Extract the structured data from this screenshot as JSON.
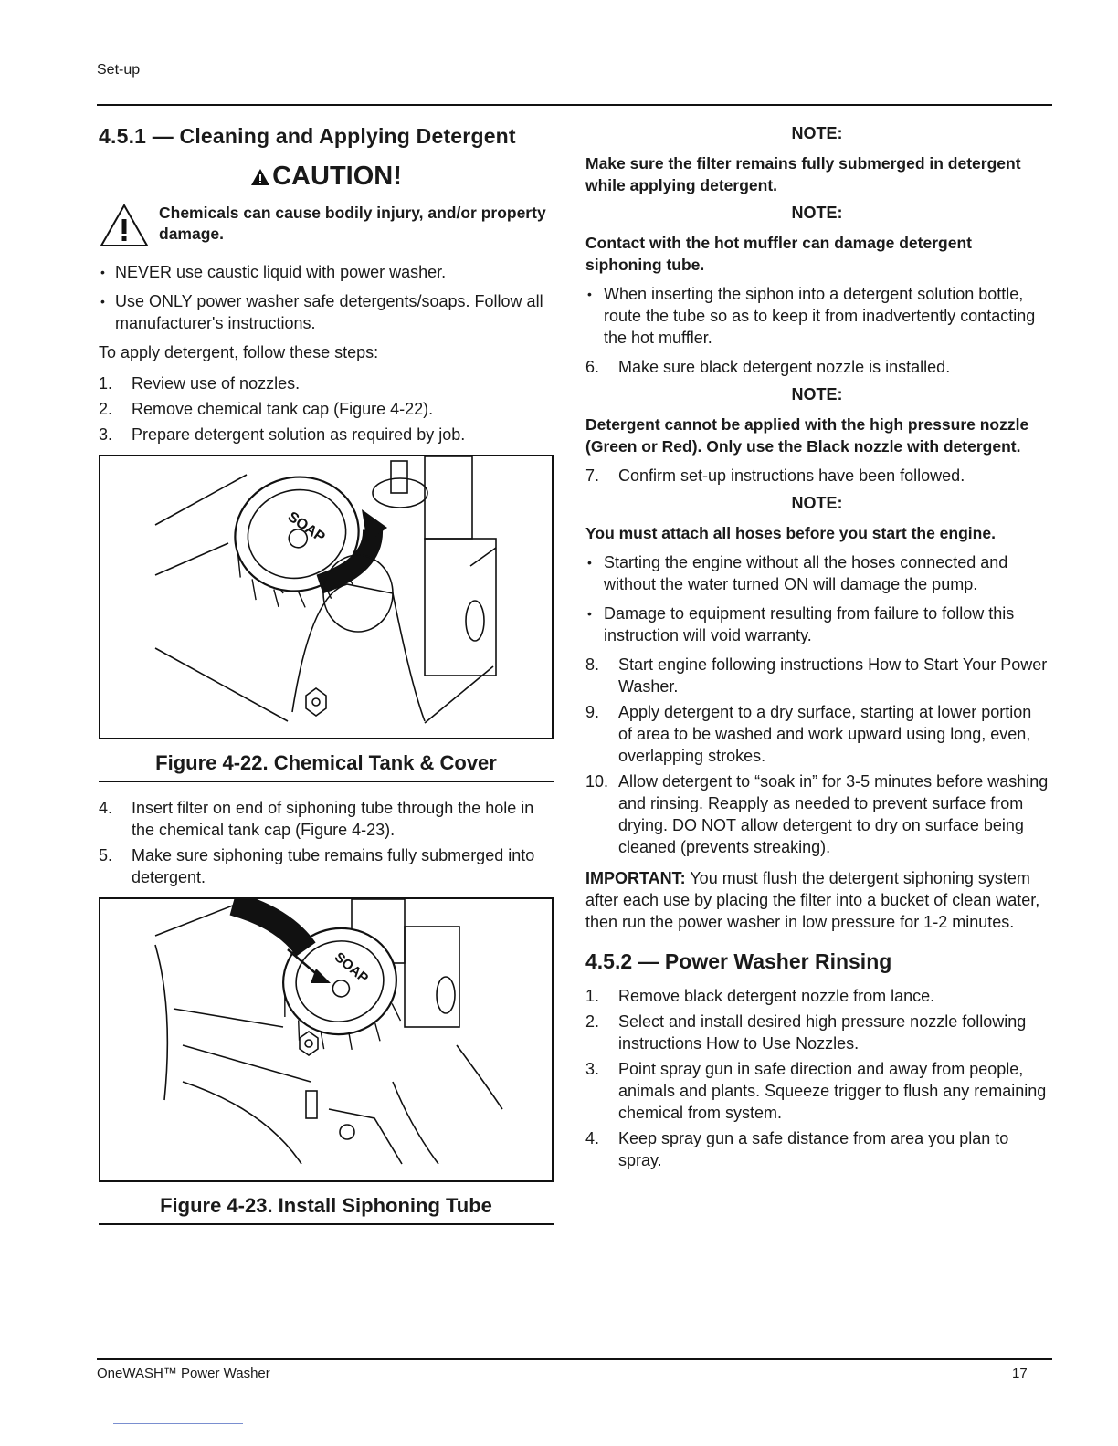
{
  "header": {
    "section": "Set-up"
  },
  "footer": {
    "product": "OneWASH™ Power Washer",
    "page_number": "17"
  },
  "left": {
    "heading": "4.5.1 — Cleaning and Applying Detergent",
    "caution": {
      "title": "CAUTION!",
      "text": "Chemicals can cause bodily injury, and/or property damage."
    },
    "bullets": [
      "NEVER use caustic liquid with power washer.",
      "Use ONLY power washer safe detergents/soaps. Follow all manufacturer's instructions."
    ],
    "intro": "To apply detergent, follow these steps:",
    "steps_a": [
      {
        "num": "1.",
        "text": "Review use of nozzles."
      },
      {
        "num": "2.",
        "text": "Remove chemical tank cap (Figure 4-22)."
      },
      {
        "num": "3.",
        "text": "Prepare detergent solution as required by job."
      }
    ],
    "figure1": {
      "caption": "Figure 4-22. Chemical Tank & Cover",
      "cap_label": "SOAP"
    },
    "steps_b": [
      {
        "num": "4.",
        "text": "Insert filter on end of siphoning tube through the hole in the chemical tank cap (Figure 4-23)."
      },
      {
        "num": "5.",
        "text": "Make sure siphoning tube remains fully submerged into detergent."
      }
    ],
    "figure2": {
      "caption": "Figure 4-23. Install Siphoning Tube",
      "cap_label": "SOAP"
    }
  },
  "right": {
    "note_label": "NOTE:",
    "note1": "Make sure the filter remains fully submerged in detergent while applying detergent.",
    "note2": "Contact with the hot muffler can damage detergent siphoning tube.",
    "bullet1": "When inserting the siphon into a detergent solution bottle, route the tube so as to keep it from inadvertently contacting the hot muffler.",
    "step6": {
      "num": "6.",
      "text": "Make sure black detergent nozzle is installed."
    },
    "note3": "Detergent cannot be applied with the high pressure nozzle (Green or Red). Only use the Black nozzle with detergent.",
    "step7": {
      "num": "7.",
      "text": "Confirm set-up instructions have been followed."
    },
    "note4": "You must attach all hoses before you start the engine.",
    "bullets2": [
      "Starting the engine without all the hoses connected and without the water turned ON will damage the pump.",
      "Damage to equipment resulting from failure to follow this instruction will void warranty."
    ],
    "steps_c": [
      {
        "num": "8.",
        "text": "Start engine following instructions How to Start Your Power Washer."
      },
      {
        "num": "9.",
        "text": "Apply detergent to a dry surface, starting at lower portion of area to be washed and work upward using long, even, overlapping strokes."
      },
      {
        "num": "10.",
        "text": "Allow detergent to “soak in” for 3-5 minutes before washing and rinsing. Reapply as needed to prevent surface from drying. DO NOT allow detergent to dry on surface being cleaned (prevents streaking)."
      }
    ],
    "important": {
      "label": "IMPORTANT:",
      "text": " You must flush the detergent siphoning system after each use by placing the filter into a bucket of clean water, then run the power washer in low pressure for 1-2 minutes."
    },
    "heading2": "4.5.2 — Power Washer Rinsing",
    "steps_d": [
      {
        "num": "1.",
        "text": "Remove black detergent nozzle from lance."
      },
      {
        "num": "2.",
        "text": "Select and install desired high pressure nozzle following instructions How to Use Nozzles."
      },
      {
        "num": "3.",
        "text": "Point spray gun in safe direction and away from people, animals and plants. Squeeze trigger to flush any remaining chemical from system."
      },
      {
        "num": "4.",
        "text": "Keep spray gun a safe distance from area you plan to spray."
      }
    ]
  }
}
